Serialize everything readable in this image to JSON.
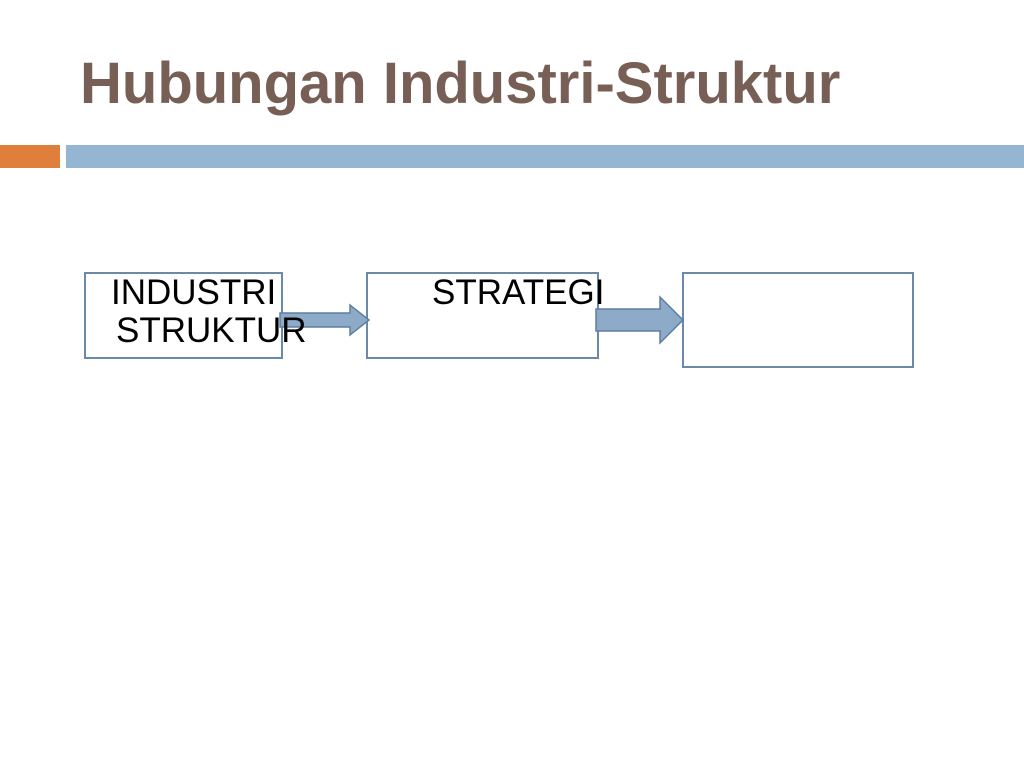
{
  "slide": {
    "title": "Hubungan Industri-Struktur",
    "colors": {
      "title": "#775F55",
      "accent_orange": "#E07E3C",
      "accent_blue": "#94B6D2",
      "box_border": "#6B8AA9",
      "arrow_fill": "#8EAAC9",
      "arrow_stroke": "#5E7E9E"
    }
  },
  "diagram": {
    "nodes": [
      {
        "id": "industri-struktur",
        "label_line1": "INDUSTRI",
        "label_line2": "STRUKTUR"
      },
      {
        "id": "strategi",
        "label": "STRATEGI"
      },
      {
        "id": "empty",
        "label": ""
      }
    ],
    "edges": [
      {
        "from": "industri-struktur",
        "to": "strategi",
        "icon": "right-arrow-icon"
      },
      {
        "from": "strategi",
        "to": "empty",
        "icon": "right-arrow-icon"
      }
    ]
  }
}
